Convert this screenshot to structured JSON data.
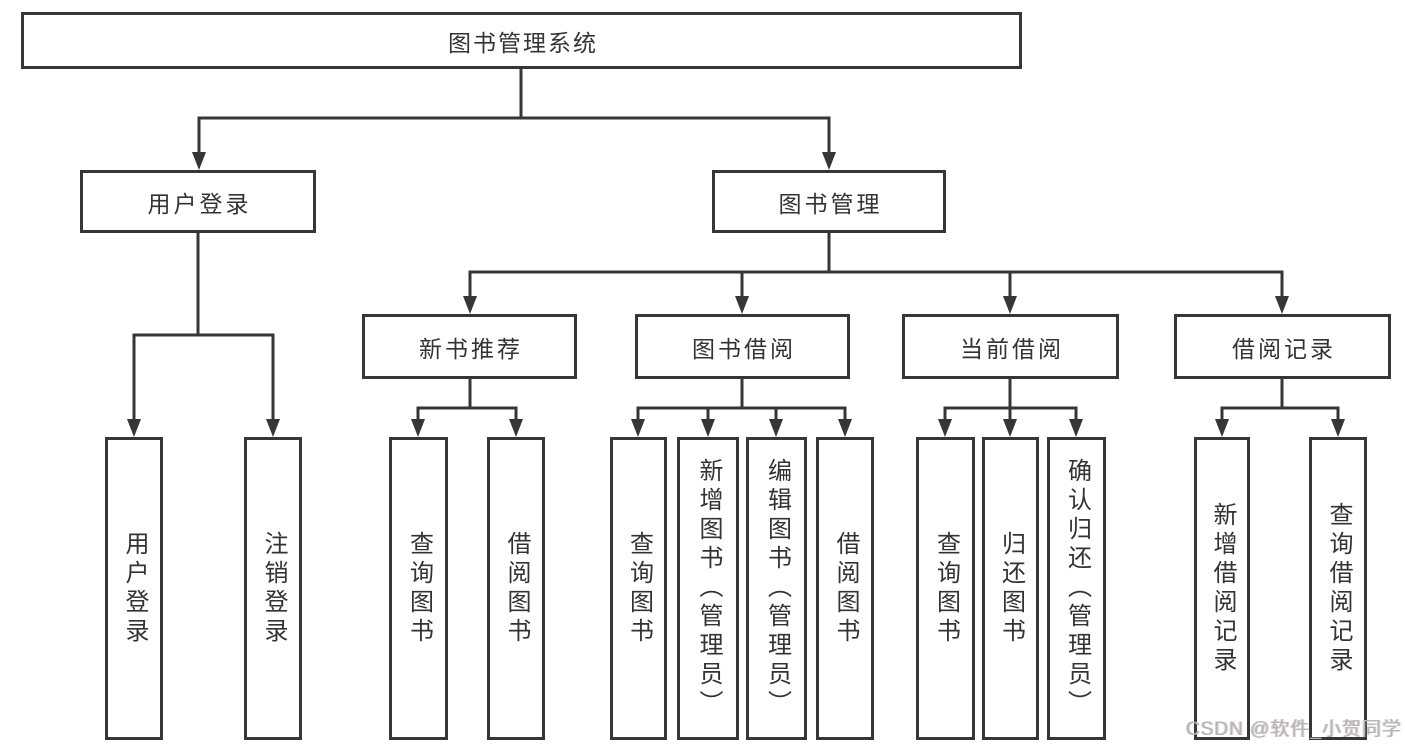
{
  "title": "图书管理系统",
  "nodes": {
    "user_login": "用户登录",
    "book_mgmt": "图书管理",
    "new_book": "新书推荐",
    "book_borrow": "图书借阅",
    "current_borrow": "当前借阅",
    "borrow_record": "借阅记录"
  },
  "leaves": {
    "user_login": "用户登录",
    "logout_login": "注销登录",
    "query_book_1": "查询图书",
    "borrow_book_1": "借阅图书",
    "query_book_2": "查询图书",
    "add_book_admin": "新增图书（管理员）",
    "edit_book_admin": "编辑图书（管理员）",
    "borrow_book_2": "借阅图书",
    "query_book_3": "查询图书",
    "return_book": "归还图书",
    "confirm_return_admin": "确认归还（管理员）",
    "add_borrow_record": "新增借阅记录",
    "query_borrow_record": "查询借阅记录"
  },
  "hierarchy": {
    "图书管理系统": {
      "用户登录": [
        "用户登录",
        "注销登录"
      ],
      "图书管理": {
        "新书推荐": [
          "查询图书",
          "借阅图书"
        ],
        "图书借阅": [
          "查询图书",
          "新增图书（管理员）",
          "编辑图书（管理员）",
          "借阅图书"
        ],
        "当前借阅": [
          "查询图书",
          "归还图书",
          "确认归还（管理员）"
        ],
        "借阅记录": [
          "新增借阅记录",
          "查询借阅记录"
        ]
      }
    }
  },
  "watermark": "CSDN @软件_小贺同学",
  "colors": {
    "line": "#363636",
    "text": "#333333",
    "watermark": "#b6b6b6",
    "background": "#ffffff"
  }
}
